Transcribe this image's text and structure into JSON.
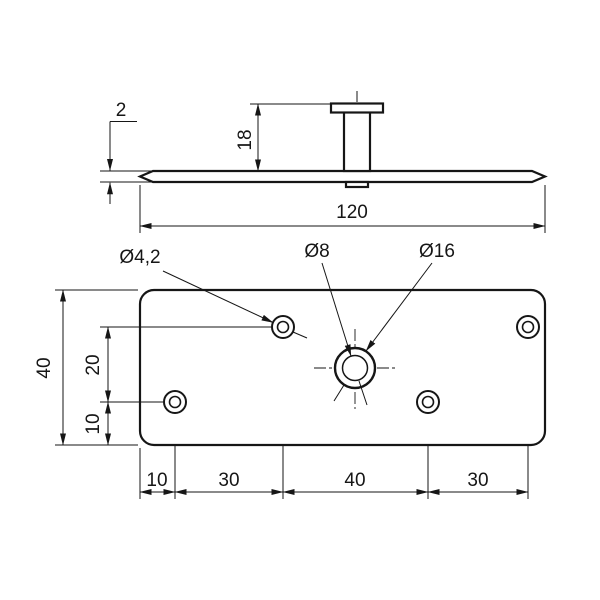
{
  "side_view": {
    "thickness_label": "2",
    "pin_height_label": "18",
    "length_label": "120"
  },
  "plan_view": {
    "small_hole_label": "Ø4,2",
    "center_hole_inner_label": "Ø8",
    "center_hole_outer_label": "Ø16",
    "height_label": "40",
    "vertical_20_label": "20",
    "vertical_10_label": "10",
    "bottom_chain_labels": [
      "10",
      "30",
      "40",
      "30"
    ]
  }
}
